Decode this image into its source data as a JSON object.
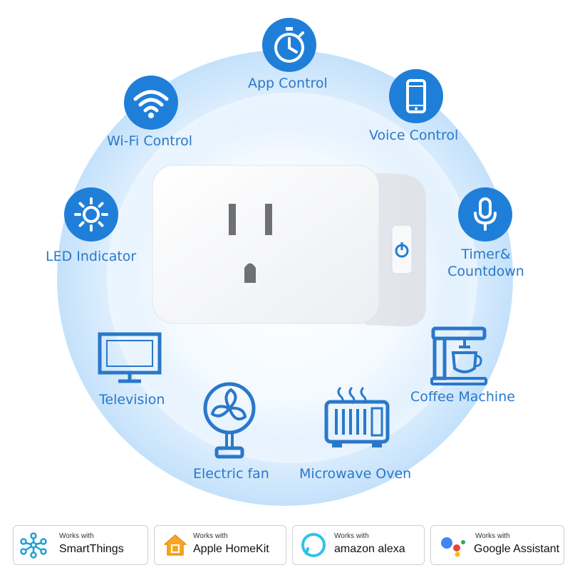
{
  "features": {
    "app_control": {
      "label": "App Control",
      "icon": "stopwatch-icon"
    },
    "wifi_control": {
      "label": "Wi-Fi Control",
      "icon": "wifi-icon"
    },
    "voice_control": {
      "label": "Voice Control",
      "icon": "smartphone-icon"
    },
    "led_indicator": {
      "label": "LED Indicator",
      "icon": "sun-icon"
    },
    "timer_countdown": {
      "label_line1": "Timer&",
      "label_line2": "Countdown",
      "icon": "microphone-icon"
    }
  },
  "appliances": {
    "television": {
      "label": "Television",
      "icon": "television-icon"
    },
    "electric_fan": {
      "label": "Electric fan",
      "icon": "electric-fan-icon"
    },
    "microwave_oven": {
      "label": "Microwave Oven",
      "icon": "microwave-oven-icon"
    },
    "coffee_machine": {
      "label": "Coffee Machine",
      "icon": "coffee-machine-icon"
    }
  },
  "badges": [
    {
      "small": "Works with",
      "big": "SmartThings",
      "icon": "smartthings-logo"
    },
    {
      "small": "Works with",
      "big": "Apple HomeKit",
      "icon": "homekit-logo"
    },
    {
      "small": "Works with",
      "big": "amazon alexa",
      "icon": "alexa-logo"
    },
    {
      "small": "Works with",
      "big": "Google Assistant",
      "icon": "google-assistant-logo"
    }
  ],
  "colors": {
    "accent": "#1f7fd8",
    "label": "#2a78c9",
    "halo": "#c2e0fb"
  }
}
